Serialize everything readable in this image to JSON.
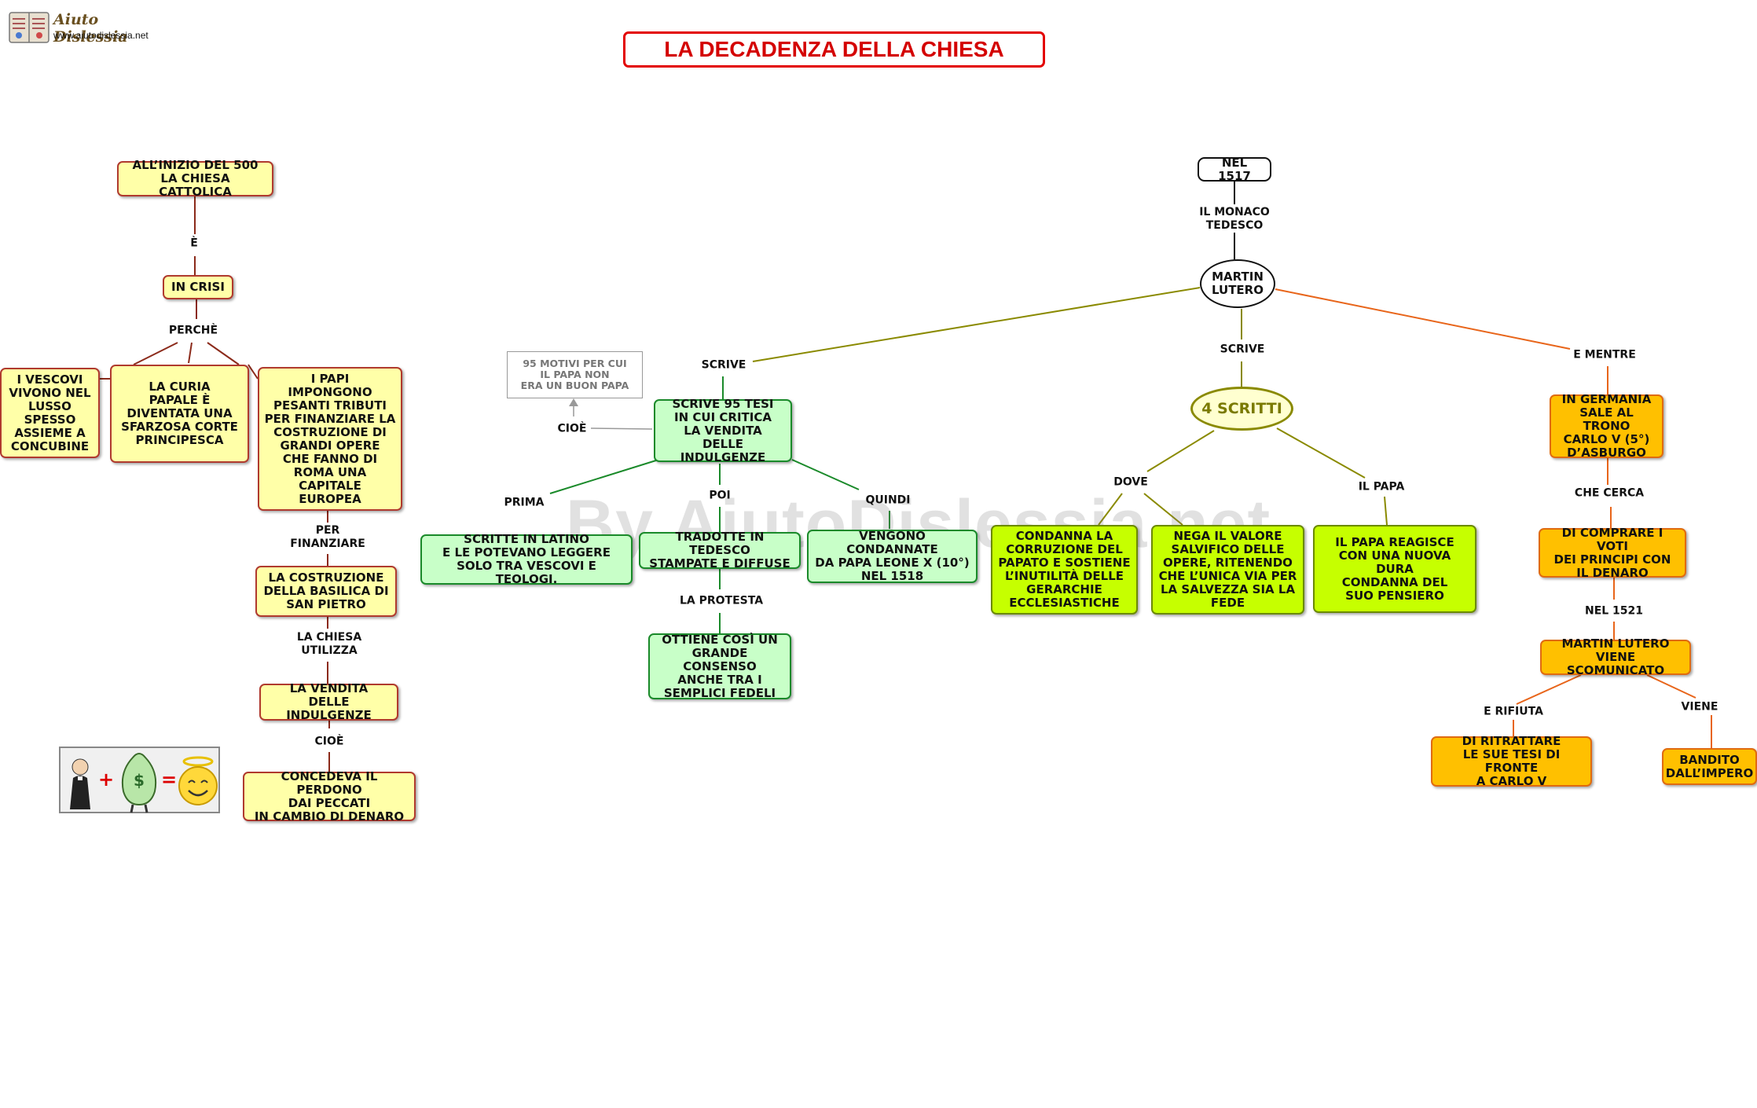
{
  "header": {
    "title": "LA DECADENZA DELLA CHIESA",
    "logo_name": "Aiuto Dislessia",
    "logo_url": "www.aiutodislessia.net",
    "watermark": "By AiutoDislessia.net"
  },
  "colors": {
    "title_red": "#e30000",
    "yellow_fill": "#ffffa8",
    "green_fill": "#c8ffc8",
    "lime_fill": "#c6ff00",
    "orange_fill": "#ffc000"
  },
  "icons": [
    "book-logo-icon",
    "priest-icon",
    "money-bag-icon",
    "halo-smiley-icon"
  ],
  "left_branch": {
    "root": "ALL’INIZIO DEL  500\nLA CHIESA CATTOLICA",
    "link_e": "È",
    "crisi": "IN CRISI",
    "link_perche": "PERCHÈ",
    "vescovi": "I VESCOVI\nVIVONO NEL\nLUSSO\nSPESSO\nASSIEME A\nCONCUBINE",
    "curia": "LA CURIA\nPAPALE È\nDIVENTATA UNA\nSFARZOSA CORTE\nPRINCIPESCA",
    "papi": "I PAPI\nIMPONGONO\nPESANTI TRIBUTI\nPER FINANZIARE LA\nCOSTRUZIONE DI\nGRANDI OPERE\nCHE FANNO DI\nROMA UNA\nCAPITALE\nEUROPEA",
    "link_finanziare": "PER\nFINANZIARE",
    "basilica": "LA COSTRUZIONE\nDELLA BASILICA DI\nSAN PIETRO",
    "link_utilizza": "LA CHIESA\nUTILIZZA",
    "vendita": "LA VENDITA\nDELLE INDULGENZE",
    "link_cioe": "CIOÈ",
    "perdono": "CONCEDEVA IL PERDONO\nDAI PECCATI\nIN CAMBIO DI DENARO",
    "equation_plus": "+",
    "equation_equals": "="
  },
  "lutero_branch": {
    "nel_1517": "NEL 1517",
    "link_monaco": "IL MONACO\nTEDESCO",
    "lutero": "MARTIN\nLUTERO",
    "link_scrive_left": "SCRIVE",
    "link_scrive_mid": "SCRIVE",
    "link_mentre": "E MENTRE"
  },
  "tesi_branch": {
    "tesi": "SCRIVE 95 TESI\nIN CUI CRITICA\nLA VENDITA\nDELLE INDULGENZE",
    "link_cioe": "CIOÈ",
    "note": "95 MOTIVI PER CUI\nIL PAPA NON\nERA UN BUON PAPA",
    "link_prima": "PRIMA",
    "latino": "SCRITTE IN LATINO\nE LE POTEVANO LEGGERE\nSOLO TRA VESCOVI E TEOLOGI.",
    "link_poi": "POI",
    "tedesco": "TRADOTTE IN TEDESCO\nSTAMPATE E DIFFUSE",
    "link_protesta": "LA PROTESTA",
    "consenso": "OTTIENE COSÌ UN\nGRANDE CONSENSO\nANCHE TRA I\nSEMPLICI FEDELI",
    "link_quindi": "QUINDI",
    "condannate": "VENGONO CONDANNATE\nDA PAPA LEONE X (10°)\nNEL 1518"
  },
  "scritti_branch": {
    "scritti": "4 SCRITTI",
    "link_dove": "DOVE",
    "corruzione": "CONDANNA LA\nCORRUZIONE DEL\nPAPATO E SOSTIENE\nL’INUTILITÀ DELLE\nGERARCHIE\nECCLESIASTICHE",
    "salvifico": "NEGA IL VALORE\nSALVIFICO DELLE\nOPERE, RITENENDO\nCHE L’UNICA VIA PER\nLA SALVEZZA  SIA LA\nFEDE",
    "link_papa": "IL PAPA",
    "reagisce": "IL PAPA REAGISCE\nCON UNA NUOVA DURA\nCONDANNA DEL\nSUO PENSIERO"
  },
  "germania_branch": {
    "carlo": "IN GERMANIA\nSALE AL TRONO\nCARLO V (5°)\nD’ASBURGO",
    "link_cerca": "CHE CERCA",
    "voti": "DI COMPRARE I VOTI\nDEI PRINCIPI CON\nIL DENARO",
    "link_1521": "NEL 1521",
    "scomunicato": "MARTIN LUTERO\nVIENE SCOMUNICATO",
    "link_rifiuta": "E RIFIUTA",
    "ritrattare": "DI RITRATTARE\nLE SUE TESI DI FRONTE\nA CARLO V",
    "link_viene": "VIENE",
    "bandito": "BANDITO\nDALL’IMPERO"
  }
}
